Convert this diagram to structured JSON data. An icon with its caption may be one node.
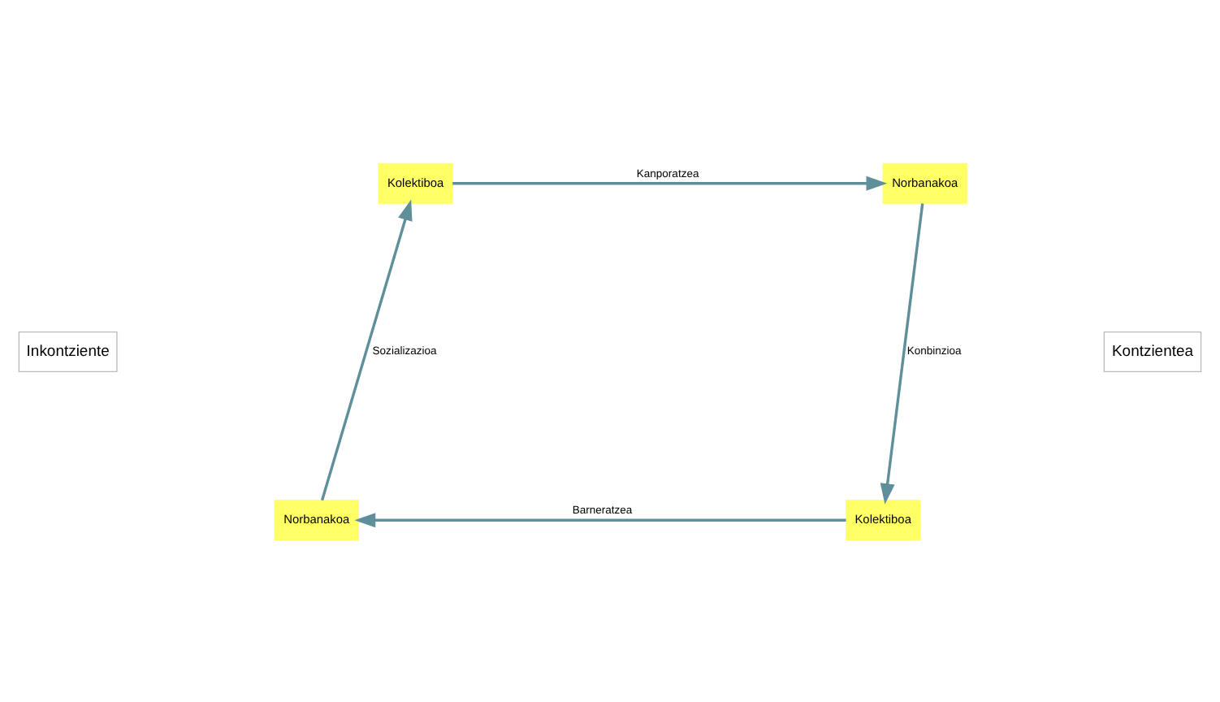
{
  "diagram": {
    "nodes": [
      {
        "text": [
          "Kolektiboa"
        ]
      },
      {
        "text": [
          "Norbanakoa"
        ]
      },
      {
        "text": [
          "Norbanakoa"
        ]
      },
      {
        "text": [
          "Kolektiboa"
        ]
      }
    ],
    "edges": [
      {
        "from": 0,
        "to": 1,
        "arrow": "to",
        "label": "Kanporatzea"
      },
      {
        "from": 1,
        "to": 3,
        "arrow": "to",
        "label": "Konbinzioa"
      },
      {
        "from": 3,
        "to": 2,
        "arrow": "to",
        "label": "Barneratzea"
      },
      {
        "from": 2,
        "to": 0,
        "arrow": "to",
        "label": "Sozializazioa"
      }
    ],
    "labels": [
      "Inkontziente",
      "Kontzientea"
    ]
  }
}
